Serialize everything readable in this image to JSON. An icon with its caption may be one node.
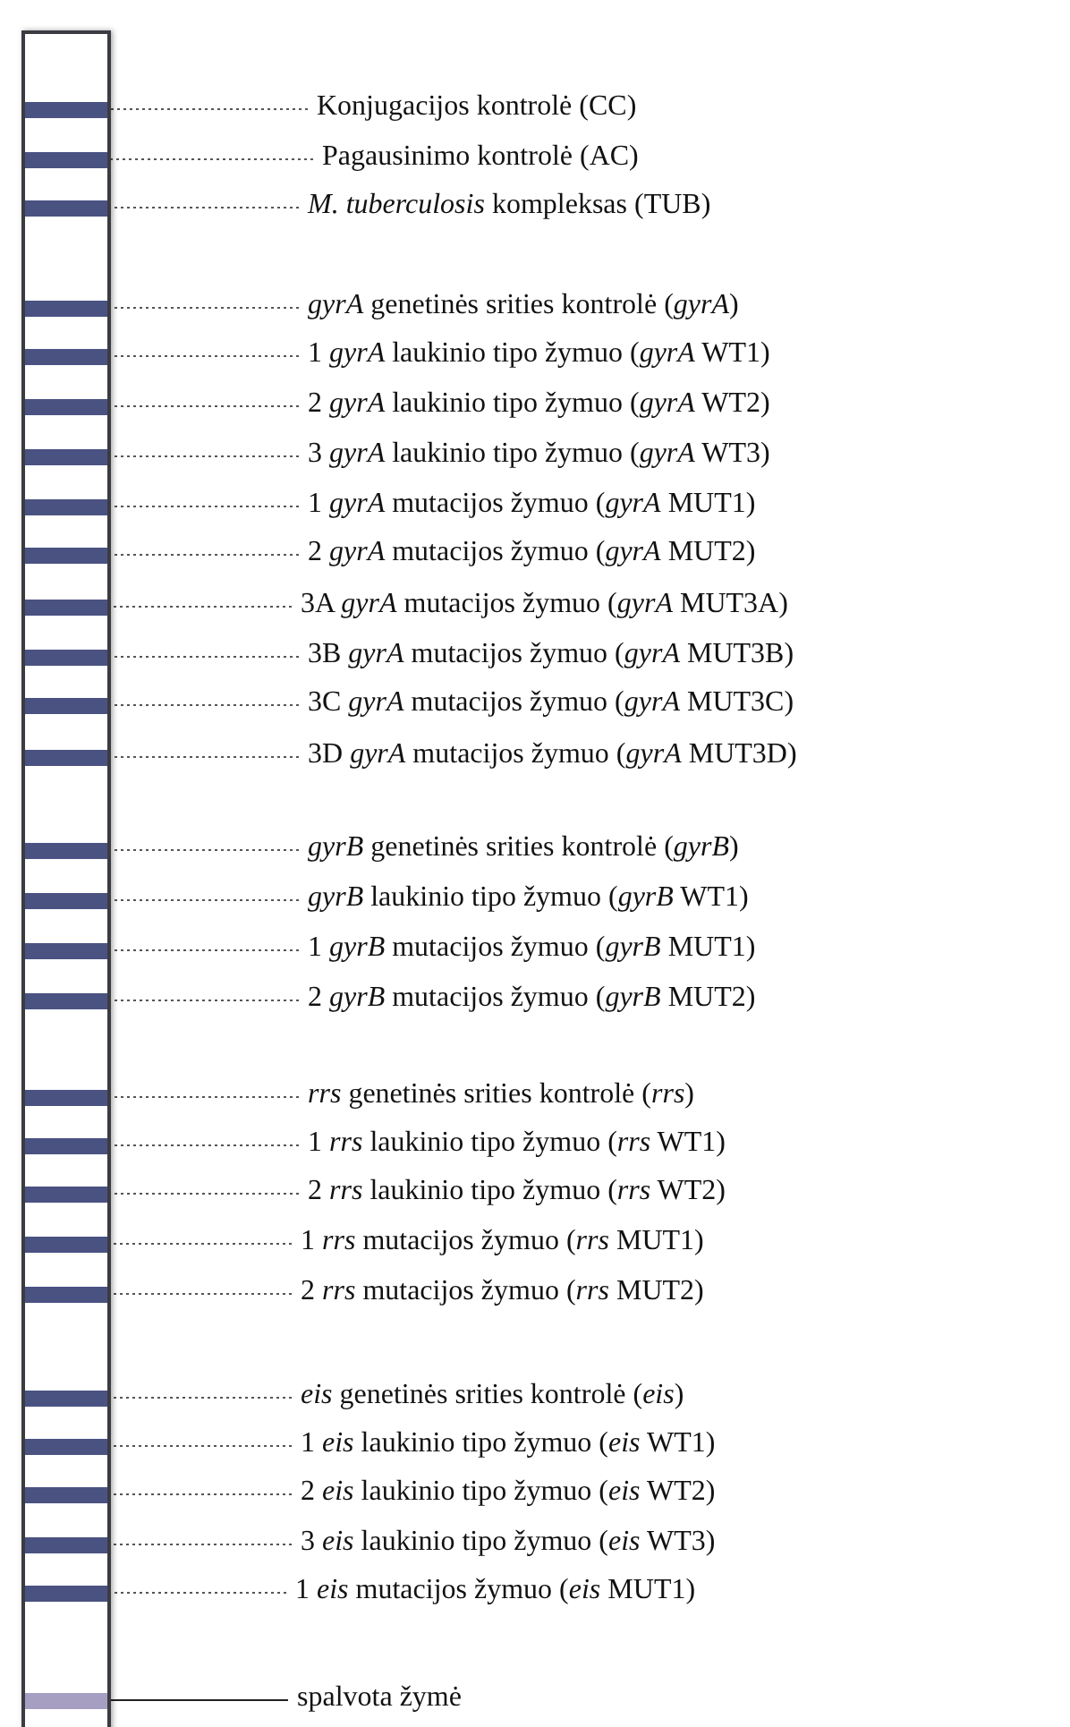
{
  "diagram": {
    "nodes": [
      {
        "text": [],
        "shape": "box"
      },
      {
        "text": [],
        "shape": "bar",
        "in": 0
      },
      {
        "text": [],
        "shape": "bar",
        "in": 0
      },
      {
        "text": [],
        "shape": "bar",
        "in": 0
      },
      {
        "text": [],
        "shape": "bar",
        "in": 0
      },
      {
        "text": [],
        "shape": "bar",
        "in": 0
      },
      {
        "text": [],
        "shape": "bar",
        "in": 0
      },
      {
        "text": [],
        "shape": "bar",
        "in": 0
      },
      {
        "text": [],
        "shape": "bar",
        "in": 0
      },
      {
        "text": [],
        "shape": "bar",
        "in": 0
      },
      {
        "text": [],
        "shape": "bar",
        "in": 0
      },
      {
        "text": [],
        "shape": "bar",
        "in": 0
      },
      {
        "text": [],
        "shape": "bar",
        "in": 0
      },
      {
        "text": [],
        "shape": "bar",
        "in": 0
      },
      {
        "text": [],
        "shape": "bar",
        "in": 0
      },
      {
        "text": [],
        "shape": "bar",
        "in": 0
      },
      {
        "text": [],
        "shape": "bar",
        "in": 0
      },
      {
        "text": [],
        "shape": "bar",
        "in": 0
      },
      {
        "text": [],
        "shape": "bar",
        "in": 0
      },
      {
        "text": [],
        "shape": "bar",
        "in": 0
      },
      {
        "text": [],
        "shape": "bar",
        "in": 0
      },
      {
        "text": [],
        "shape": "bar",
        "in": 0
      },
      {
        "text": [],
        "shape": "bar",
        "in": 0
      },
      {
        "text": [],
        "shape": "bar",
        "in": 0
      },
      {
        "text": [],
        "shape": "bar",
        "in": 0
      },
      {
        "text": [],
        "shape": "bar",
        "in": 0
      },
      {
        "text": [],
        "shape": "bar",
        "in": 0
      },
      {
        "text": [],
        "shape": "bar",
        "in": 0
      },
      {
        "text": [],
        "shape": "bar",
        "in": 0
      },
      {
        "text": [
          "Konjugacijos kontrolė (CC)"
        ]
      },
      {
        "text": [
          "Pagausinimo kontrolė (AC)"
        ]
      },
      {
        "text": [
          "*M. tuberculosis* kompleksas (TUB)"
        ]
      },
      {
        "text": [
          "*gyrA* genetinės srities kontrolė (*gyrA*)"
        ]
      },
      {
        "text": [
          "1 *gyrA* laukinio tipo žymuo (*gyrA* WT1)"
        ]
      },
      {
        "text": [
          "2 *gyrA* laukinio tipo žymuo (*gyrA* WT2)"
        ]
      },
      {
        "text": [
          "3 *gyrA* laukinio tipo žymuo (*gyrA* WT3)"
        ]
      },
      {
        "text": [
          "1 *gyrA* mutacijos žymuo (*gyrA* MUT1)"
        ]
      },
      {
        "text": [
          "2 *gyrA* mutacijos žymuo (*gyrA* MUT2)"
        ]
      },
      {
        "text": [
          "3A *gyrA* mutacijos žymuo (*gyrA* MUT3A)"
        ]
      },
      {
        "text": [
          "3B *gyrA* mutacijos žymuo (*gyrA* MUT3B)"
        ]
      },
      {
        "text": [
          "3C *gyrA* mutacijos žymuo (*gyrA* MUT3C)"
        ]
      },
      {
        "text": [
          "3D *gyrA* mutacijos žymuo (*gyrA* MUT3D)"
        ]
      },
      {
        "text": [
          "*gyrB* genetinės srities kontrolė (*gyrB*)"
        ]
      },
      {
        "text": [
          "*gyrB* laukinio tipo žymuo (*gyrB* WT1)"
        ]
      },
      {
        "text": [
          "1 *gyrB* mutacijos žymuo (*gyrB* MUT1)"
        ]
      },
      {
        "text": [
          "2 *gyrB* mutacijos žymuo (*gyrB* MUT2)"
        ]
      },
      {
        "text": [
          "*rrs* genetinės srities kontrolė (*rrs*)"
        ]
      },
      {
        "text": [
          "1 *rrs* laukinio tipo žymuo (*rrs* WT1)"
        ]
      },
      {
        "text": [
          "2 *rrs* laukinio tipo žymuo (*rrs* WT2)"
        ]
      },
      {
        "text": [
          "1 *rrs* mutacijos žymuo (*rrs* MUT1)"
        ]
      },
      {
        "text": [
          "2 *rrs* mutacijos žymuo (*rrs* MUT2)"
        ]
      },
      {
        "text": [
          "*eis* genetinės srities kontrolė (*eis*)"
        ]
      },
      {
        "text": [
          "1 *eis* laukinio tipo žymuo (*eis* WT1)"
        ]
      },
      {
        "text": [
          "2 *eis* laukinio tipo žymuo (*eis* WT2)"
        ]
      },
      {
        "text": [
          "3 *eis* laukinio tipo žymuo (*eis* WT3)"
        ]
      },
      {
        "text": [
          "1 *eis* mutacijos žymuo (*eis* MUT1)"
        ]
      },
      {
        "text": [
          "spalvota žymė"
        ]
      }
    ],
    "edges": [
      {
        "from": 29,
        "to": 1,
        "arrow": "none",
        "style": "dashed"
      },
      {
        "from": 30,
        "to": 2,
        "arrow": "none",
        "style": "dashed"
      },
      {
        "from": 31,
        "to": 3,
        "arrow": "none",
        "style": "dashed"
      },
      {
        "from": 32,
        "to": 4,
        "arrow": "none",
        "style": "dashed"
      },
      {
        "from": 33,
        "to": 5,
        "arrow": "none",
        "style": "dashed"
      },
      {
        "from": 34,
        "to": 6,
        "arrow": "none",
        "style": "dashed"
      },
      {
        "from": 35,
        "to": 7,
        "arrow": "none",
        "style": "dashed"
      },
      {
        "from": 36,
        "to": 8,
        "arrow": "none",
        "style": "dashed"
      },
      {
        "from": 37,
        "to": 9,
        "arrow": "none",
        "style": "dashed"
      },
      {
        "from": 38,
        "to": 10,
        "arrow": "none",
        "style": "dashed"
      },
      {
        "from": 39,
        "to": 11,
        "arrow": "none",
        "style": "dashed"
      },
      {
        "from": 40,
        "to": 12,
        "arrow": "none",
        "style": "dashed"
      },
      {
        "from": 41,
        "to": 13,
        "arrow": "none",
        "style": "dashed"
      },
      {
        "from": 42,
        "to": 14,
        "arrow": "none",
        "style": "dashed"
      },
      {
        "from": 43,
        "to": 15,
        "arrow": "none",
        "style": "dashed"
      },
      {
        "from": 44,
        "to": 16,
        "arrow": "none",
        "style": "dashed"
      },
      {
        "from": 45,
        "to": 17,
        "arrow": "none",
        "style": "dashed"
      },
      {
        "from": 46,
        "to": 18,
        "arrow": "none",
        "style": "dashed"
      },
      {
        "from": 47,
        "to": 19,
        "arrow": "none",
        "style": "dashed"
      },
      {
        "from": 48,
        "to": 20,
        "arrow": "none",
        "style": "dashed"
      },
      {
        "from": 49,
        "to": 21,
        "arrow": "none",
        "style": "dashed"
      },
      {
        "from": 50,
        "to": 22,
        "arrow": "none",
        "style": "dashed"
      },
      {
        "from": 51,
        "to": 23,
        "arrow": "none",
        "style": "dashed"
      },
      {
        "from": 52,
        "to": 24,
        "arrow": "none",
        "style": "dashed"
      },
      {
        "from": 53,
        "to": 25,
        "arrow": "none",
        "style": "dashed"
      },
      {
        "from": 54,
        "to": 26,
        "arrow": "none",
        "style": "dashed"
      },
      {
        "from": 55,
        "to": 27,
        "arrow": "none",
        "style": "dashed"
      },
      {
        "from": 56,
        "to": 28,
        "arrow": "none"
      }
    ]
  }
}
